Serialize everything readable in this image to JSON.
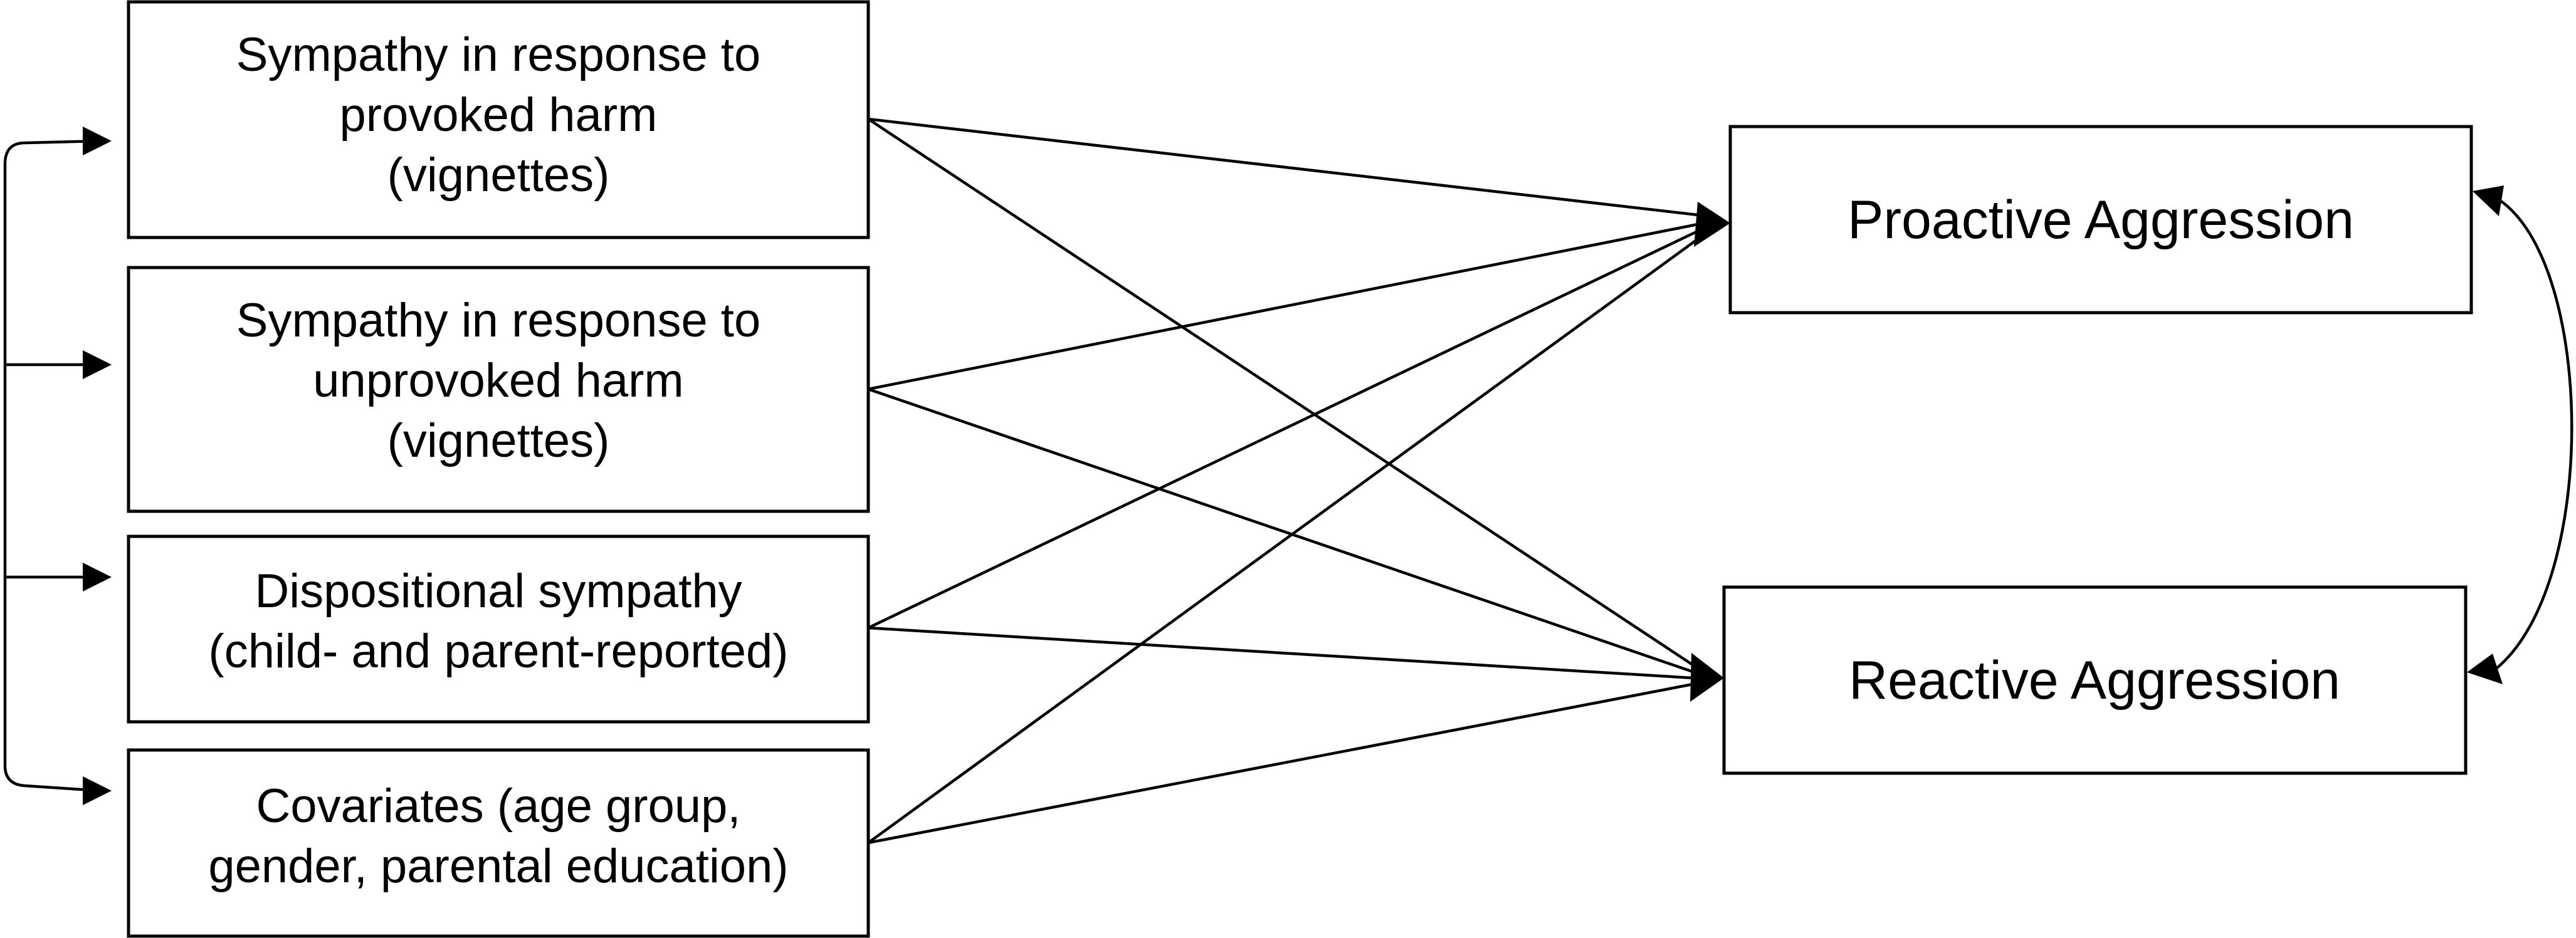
{
  "predictors": [
    {
      "id": "provoked",
      "lines": [
        "Sympathy in response to",
        "provoked harm",
        "(vignettes)"
      ]
    },
    {
      "id": "unprovoked",
      "lines": [
        "Sympathy in response to",
        "unprovoked harm",
        "(vignettes)"
      ]
    },
    {
      "id": "dispositional",
      "lines": [
        "Dispositional sympathy",
        "(child- and parent-reported)"
      ]
    },
    {
      "id": "covariates",
      "lines": [
        "Covariates (age group,",
        "gender, parental education)"
      ]
    }
  ],
  "outcomes": [
    {
      "id": "proactive",
      "label": "Proactive Aggression"
    },
    {
      "id": "reactive",
      "label": "Reactive Aggression"
    }
  ],
  "paths": [
    {
      "from": "provoked",
      "to": "proactive"
    },
    {
      "from": "provoked",
      "to": "reactive"
    },
    {
      "from": "unprovoked",
      "to": "proactive"
    },
    {
      "from": "unprovoked",
      "to": "reactive"
    },
    {
      "from": "dispositional",
      "to": "proactive"
    },
    {
      "from": "dispositional",
      "to": "reactive"
    },
    {
      "from": "covariates",
      "to": "proactive"
    },
    {
      "from": "covariates",
      "to": "reactive"
    }
  ],
  "correlations": [
    {
      "between": [
        "provoked",
        "unprovoked",
        "dispositional",
        "covariates"
      ]
    },
    {
      "between": [
        "proactive",
        "reactive"
      ]
    }
  ]
}
